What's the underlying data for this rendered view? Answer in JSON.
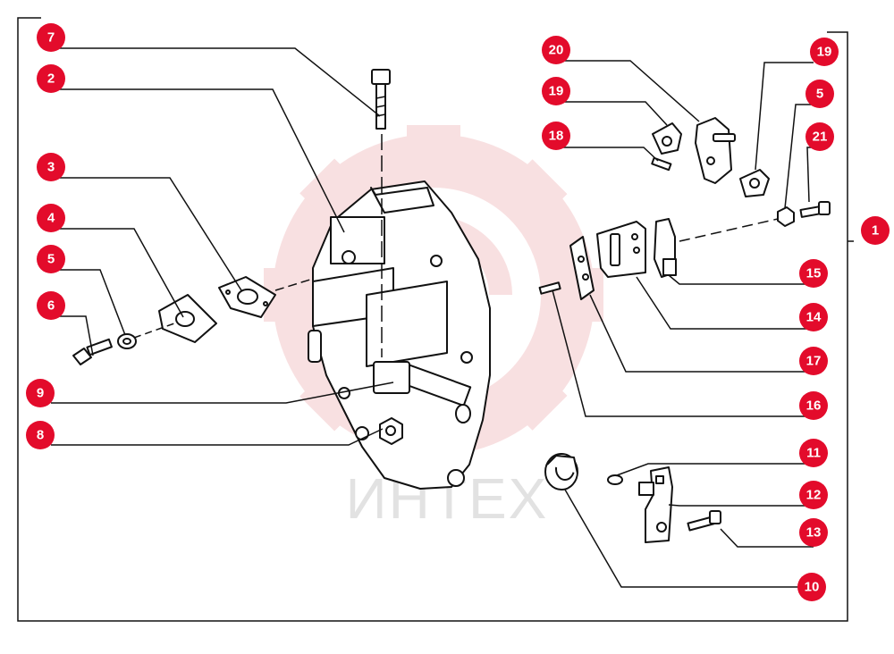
{
  "watermark": {
    "text": "ИНТЕХ",
    "gear_color": "#f3c7c9"
  },
  "marker_color": "#e30b2b",
  "callouts": [
    {
      "id": "c7",
      "label": "7"
    },
    {
      "id": "c2",
      "label": "2"
    },
    {
      "id": "c3",
      "label": "3"
    },
    {
      "id": "c4",
      "label": "4"
    },
    {
      "id": "c5l",
      "label": "5"
    },
    {
      "id": "c6",
      "label": "6"
    },
    {
      "id": "c9",
      "label": "9"
    },
    {
      "id": "c8",
      "label": "8"
    },
    {
      "id": "c20",
      "label": "20"
    },
    {
      "id": "c19l",
      "label": "19"
    },
    {
      "id": "c18",
      "label": "18"
    },
    {
      "id": "c19r",
      "label": "19"
    },
    {
      "id": "c5r",
      "label": "5"
    },
    {
      "id": "c21",
      "label": "21"
    },
    {
      "id": "c1",
      "label": "1"
    },
    {
      "id": "c15",
      "label": "15"
    },
    {
      "id": "c14",
      "label": "14"
    },
    {
      "id": "c17",
      "label": "17"
    },
    {
      "id": "c16",
      "label": "16"
    },
    {
      "id": "c11",
      "label": "11"
    },
    {
      "id": "c12",
      "label": "12"
    },
    {
      "id": "c13",
      "label": "13"
    },
    {
      "id": "c10",
      "label": "10"
    }
  ]
}
